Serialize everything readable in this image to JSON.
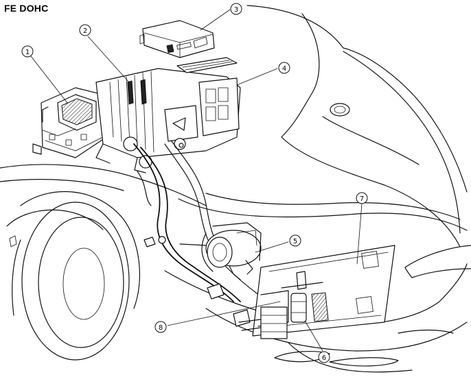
{
  "title": "FE DOHC",
  "callouts": {
    "c1": "1",
    "c2": "2",
    "c3": "3",
    "c4": "4",
    "c5": "5",
    "c6": "6",
    "c7": "7",
    "c8": "8"
  }
}
